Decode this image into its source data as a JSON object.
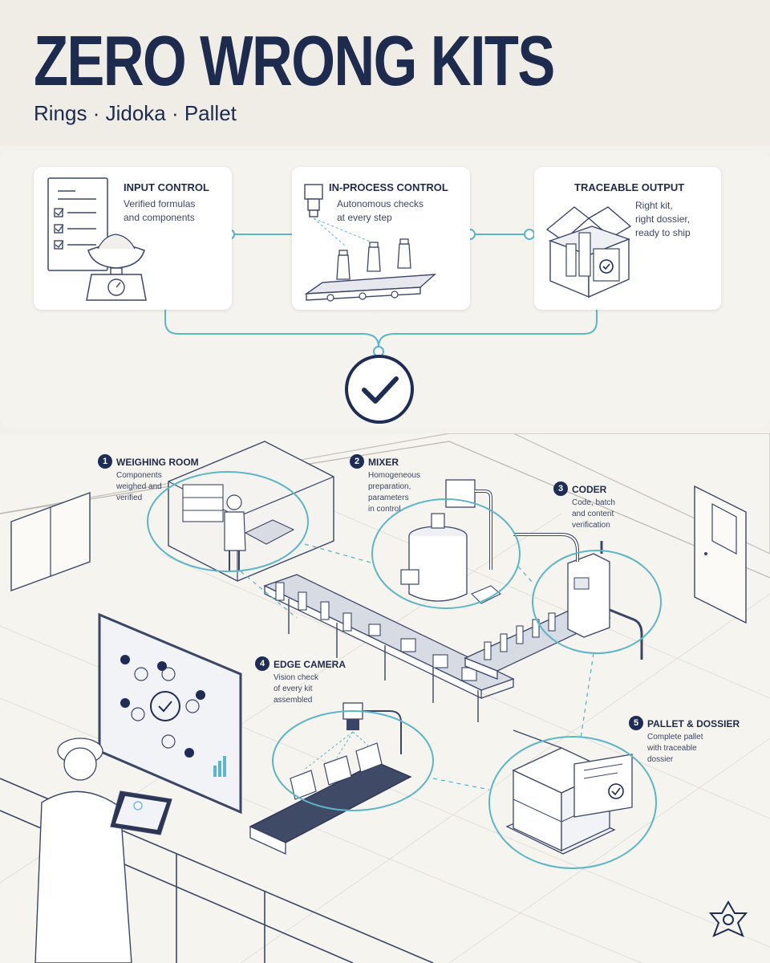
{
  "header": {
    "title": "ZERO WRONG KITS",
    "subtitle": "Rings · Jidoka · Pallet"
  },
  "controls": [
    {
      "title": "INPUT CONTROL",
      "lines": [
        "Verified formulas",
        "and components"
      ]
    },
    {
      "title": "IN-PROCESS CONTROL",
      "lines": [
        "Autonomous checks",
        "at every step"
      ]
    },
    {
      "title": "TRACEABLE OUTPUT",
      "lines": [
        "Right kit,",
        "right dossier,",
        "ready to ship"
      ]
    }
  ],
  "stages": [
    {
      "number": "1",
      "title": "WEIGHING ROOM",
      "lines": [
        "Components",
        "weighed and",
        "verified"
      ]
    },
    {
      "number": "2",
      "title": "MIXER",
      "lines": [
        "Homogeneous",
        "preparation,",
        "parameters",
        "in control"
      ]
    },
    {
      "number": "3",
      "title": "CODER",
      "lines": [
        "Code, batch",
        "and content",
        "verification"
      ]
    },
    {
      "number": "4",
      "title": "EDGE CAMERA",
      "lines": [
        "Vision check",
        "of every kit",
        "assembled"
      ]
    },
    {
      "number": "5",
      "title": "PALLET & DOSSIER",
      "lines": [
        "Complete pallet",
        "with traceable",
        "dossier"
      ]
    }
  ],
  "colors": {
    "navy": "#1c2b4e",
    "teal": "#5bb6c8",
    "background": "#f3f1ec"
  },
  "icons": [
    "checklist-icon",
    "scale-icon",
    "camera-conveyor-icon",
    "box-icon",
    "checkmark-icon",
    "logo-icon"
  ]
}
